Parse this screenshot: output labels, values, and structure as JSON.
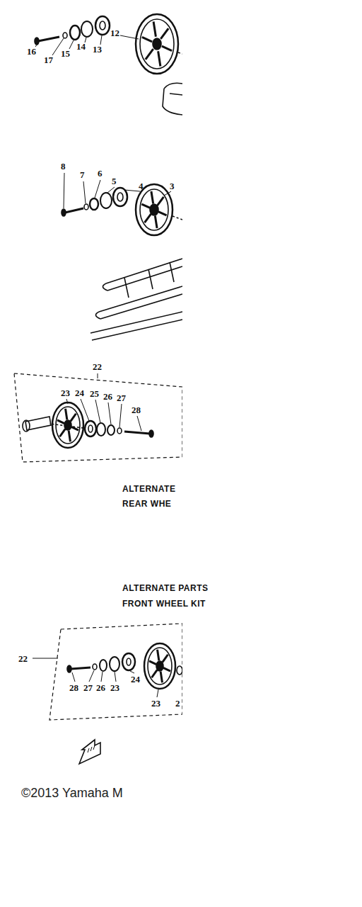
{
  "diagram": {
    "labels": [
      "16",
      "17",
      "15",
      "14",
      "13",
      "12",
      "8",
      "7",
      "6",
      "5",
      "4",
      "3",
      "22",
      "23",
      "24",
      "25",
      "26",
      "27",
      "28",
      "ALTERNATE",
      "REAR WHE",
      "ALTERNATE PARTS",
      "FRONT WHEEL KIT",
      "22",
      "28",
      "27",
      "26",
      "23",
      "24",
      "23",
      "2",
      "©2013 Yamaha M"
    ]
  }
}
